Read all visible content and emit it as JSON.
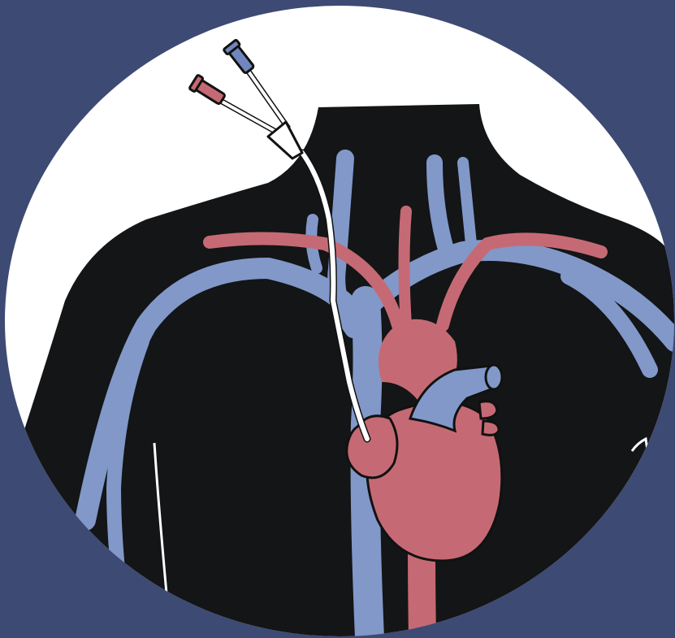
{
  "illustration": {
    "subject": "central-venous-catheter-in-superior-vena-cava",
    "components": [
      "torso-silhouette",
      "veins",
      "arteries",
      "heart",
      "catheter",
      "red-lumen-hub",
      "blue-lumen-hub"
    ]
  },
  "colors": {
    "background": "#3d4a73",
    "circle": "#ffffff",
    "body": "#131516",
    "vein": "#8198c9",
    "vein_dark": "#6e86bd",
    "artery": "#c56a74",
    "artery_dark": "#a9525d",
    "heart": "#c56a74",
    "catheter": "#ffffff",
    "hub_red": "#c56a74",
    "hub_blue": "#6f87bd",
    "outline": "#111111"
  }
}
